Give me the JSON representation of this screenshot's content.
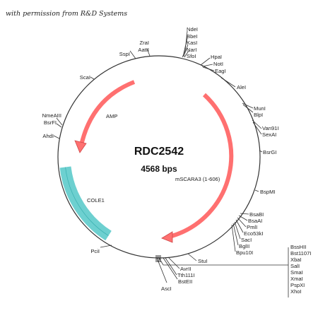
{
  "credit": "with permission from R&D Systems",
  "plasmid": {
    "name": "RDC2542",
    "size": "4568 bps"
  },
  "features": {
    "amp": {
      "label": "AMP"
    },
    "cole1": {
      "label": "COLE1"
    },
    "mscara3": {
      "label": "mSCARA3 (1-606)"
    }
  },
  "site_groups": [
    {
      "labels": [
        "NdeI",
        "BbeI",
        "KasI",
        "NarI",
        "SfoI"
      ]
    },
    {
      "labels": [
        "ZraI",
        "AatII"
      ]
    },
    {
      "labels": [
        "SspI"
      ]
    },
    {
      "labels": [
        "HpaI",
        "NotI",
        "EagI"
      ]
    },
    {
      "labels": [
        "AleI"
      ]
    },
    {
      "labels": [
        "MunI",
        "BlpI"
      ]
    },
    {
      "labels": [
        "Van91I",
        "SexAI"
      ]
    },
    {
      "labels": [
        "BsrGI"
      ]
    },
    {
      "labels": [
        "BspMI"
      ]
    },
    {
      "labels": [
        "BsaBI",
        "BsaAI",
        "PmlI",
        "Eco53kI",
        "SacI",
        "BglII",
        "Bpu10I"
      ]
    },
    {
      "labels": [
        "StuI"
      ]
    },
    {
      "labels": [
        "AvrII",
        "Tth111I",
        "BstEII"
      ]
    },
    {
      "labels": [
        "AscI"
      ]
    },
    {
      "labels": [
        "PciI"
      ]
    },
    {
      "labels": [
        "AhdI"
      ]
    },
    {
      "labels": [
        "NmeAIII",
        "BsrFI"
      ]
    },
    {
      "labels": [
        "ScaI"
      ]
    },
    {
      "labels": [
        "BssHII",
        "Bst1107I",
        "XbaI",
        "SalI",
        "SmaI",
        "XmaI",
        "PspXI",
        "XhoI"
      ]
    }
  ]
}
